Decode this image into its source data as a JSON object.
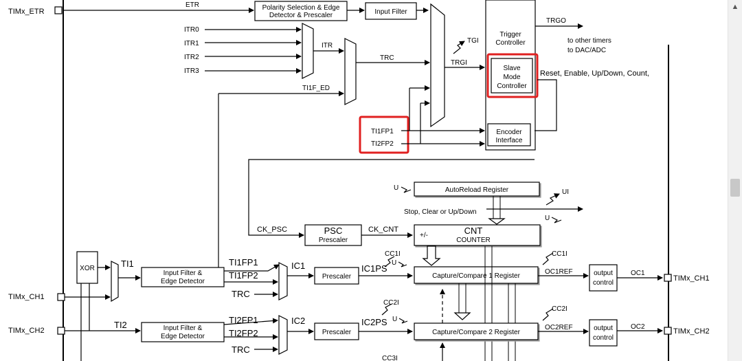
{
  "diagram": {
    "pins": {
      "etr": "TIMx_ETR",
      "ch1": "TIMx_CH1",
      "ch2": "TIMx_CH2"
    },
    "signals": {
      "etr": "ETR",
      "itr0": "ITR0",
      "itr1": "ITR1",
      "itr2": "ITR2",
      "itr3": "ITR3",
      "itr": "ITR",
      "trc": "TRC",
      "ti1f_ed": "TI1F_ED",
      "trgi": "TRGI",
      "tgi": "TGI",
      "trgo": "TRGO",
      "ti1fp1": "TI1FP1",
      "ti2fp2": "TI2FP2",
      "ck_psc": "CK_PSC",
      "ck_cnt": "CK_CNT",
      "ti1": "TI1",
      "ti2": "TI2",
      "ch1_ti1fp1": "TI1FP1",
      "ch1_ti1fp2": "TI1FP2",
      "ch1_trc": "TRC",
      "ch2_ti2fp1": "TI2FP1",
      "ch2_ti2fp2": "TI2FP2",
      "ch2_trc": "TRC",
      "ic1": "IC1",
      "ic2": "IC2",
      "ic1ps": "IC1PS",
      "ic2ps": "IC2PS",
      "cc1i_top": "CC1I",
      "cc1i_right": "CC1I",
      "cc2i_left": "CC2I",
      "cc2i_right": "CC2I",
      "cc3i": "CC3I",
      "oc1ref": "OC1REF",
      "oc2ref": "OC2REF",
      "oc1": "OC1",
      "oc2": "OC2",
      "ui": "UI",
      "u1": "U",
      "u2": "U",
      "u3": "U",
      "u4": "U",
      "plus_minus": "+/-"
    },
    "blocks": {
      "polarity_l1": "Polarity Selection & Edge",
      "polarity_l2": "Detector & Prescaler",
      "input_filter": "Input Filter",
      "trigger_l1": "Trigger",
      "trigger_l2": "Controller",
      "slave_l1": "Slave",
      "slave_l2": "Mode",
      "slave_l3": "Controller",
      "encoder_l1": "Encoder",
      "encoder_l2": "Interface",
      "autoreload": "AutoReload Register",
      "psc_l1": "PSC",
      "psc_l2": "Prescaler",
      "cnt_l1": "CNT",
      "cnt_l2": "COUNTER",
      "xor": "XOR",
      "filter1_l1": "Input Filter &",
      "filter1_l2": "Edge Detector",
      "filter2_l1": "Input Filter &",
      "filter2_l2": "Edge Detector",
      "prescaler1": "Prescaler",
      "prescaler2": "Prescaler",
      "ccr1": "Capture/Compare 1 Register",
      "ccr2": "Capture/Compare 2 Register",
      "out1_l1": "output",
      "out1_l2": "control",
      "out2_l1": "output",
      "out2_l2": "control"
    },
    "annotations": {
      "other_timers_l1": "to other timers",
      "other_timers_l2": "to DAC/ADC",
      "slave_outputs": "Reset, Enable, Up/Down, Count,",
      "stop_clear": "Stop, Clear or Up/Down"
    },
    "highlight_color": "#e02020"
  },
  "scrollbar": {
    "up_icon": "▲"
  }
}
